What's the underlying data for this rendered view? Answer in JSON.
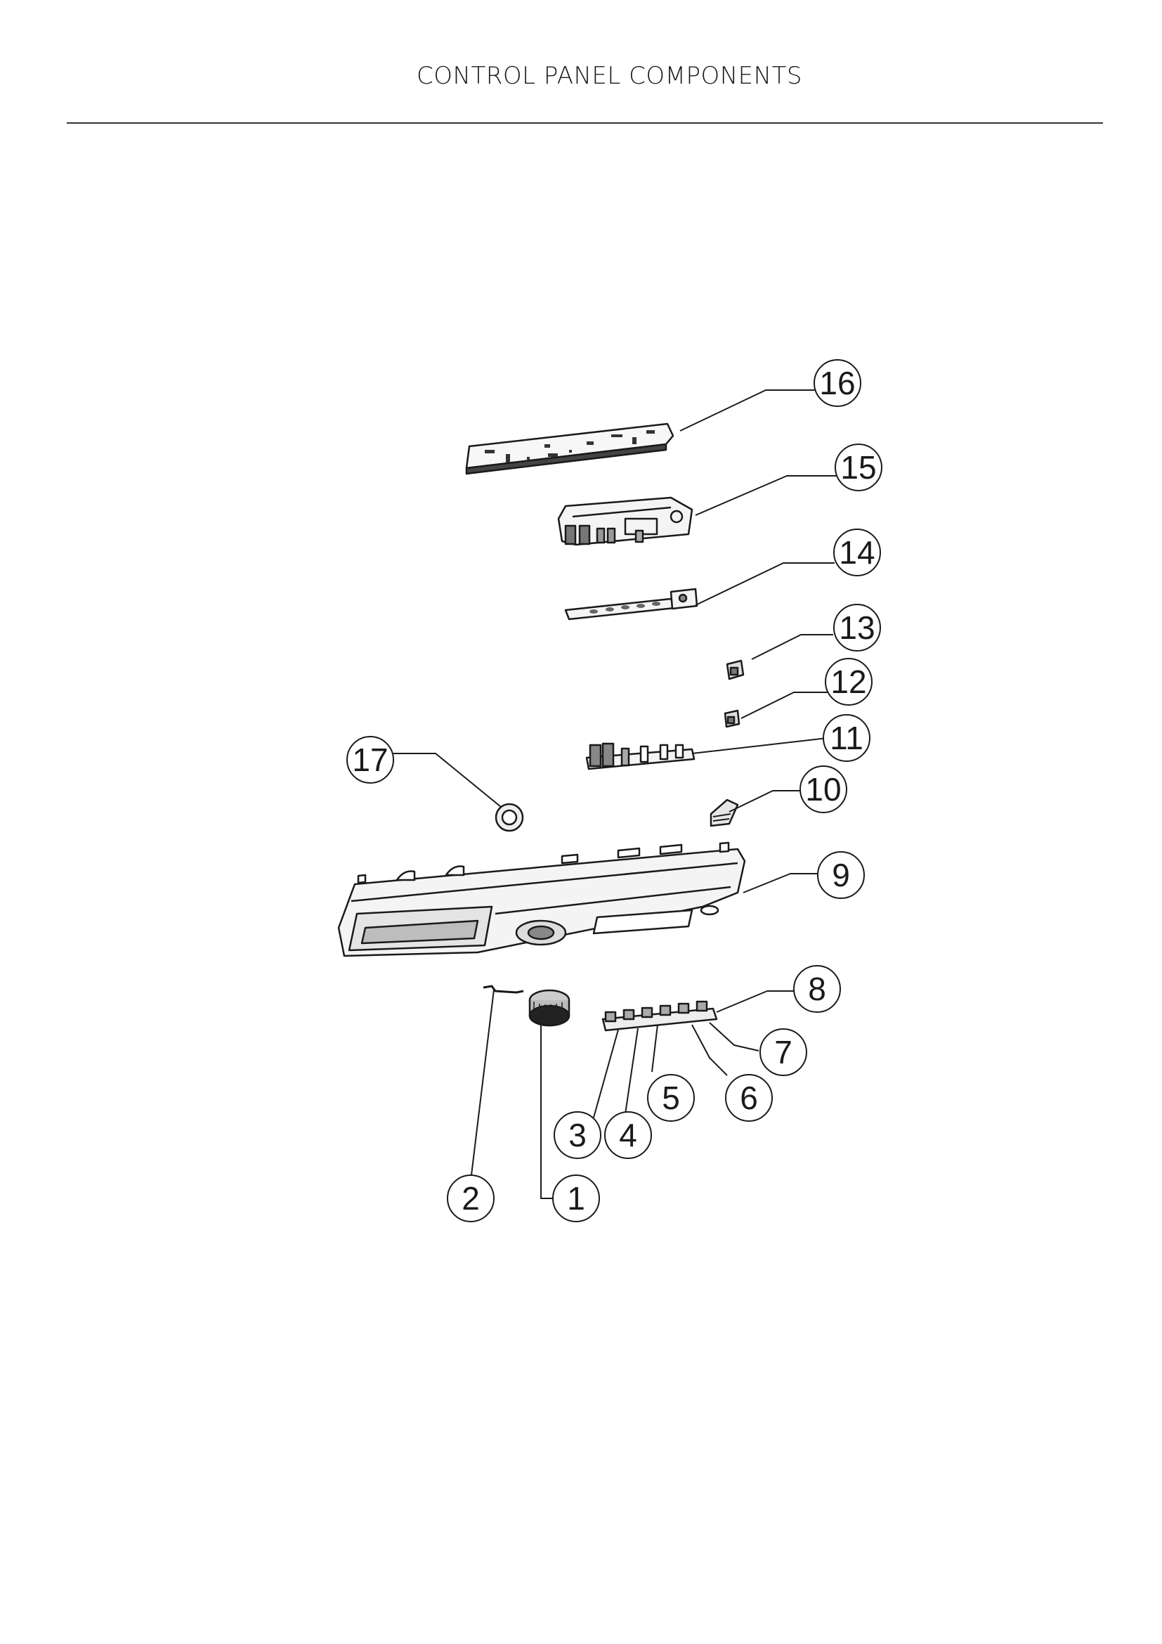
{
  "page": {
    "title": "CONTROL PANEL COMPONENTS"
  },
  "callouts": [
    "1",
    "2",
    "3",
    "4",
    "5",
    "6",
    "7",
    "8",
    "9",
    "10",
    "11",
    "12",
    "13",
    "14",
    "15",
    "16",
    "17"
  ],
  "colors": {
    "line": "#1a1a1a",
    "part_fill": "#f2f2f2",
    "part_dark": "#555555"
  }
}
